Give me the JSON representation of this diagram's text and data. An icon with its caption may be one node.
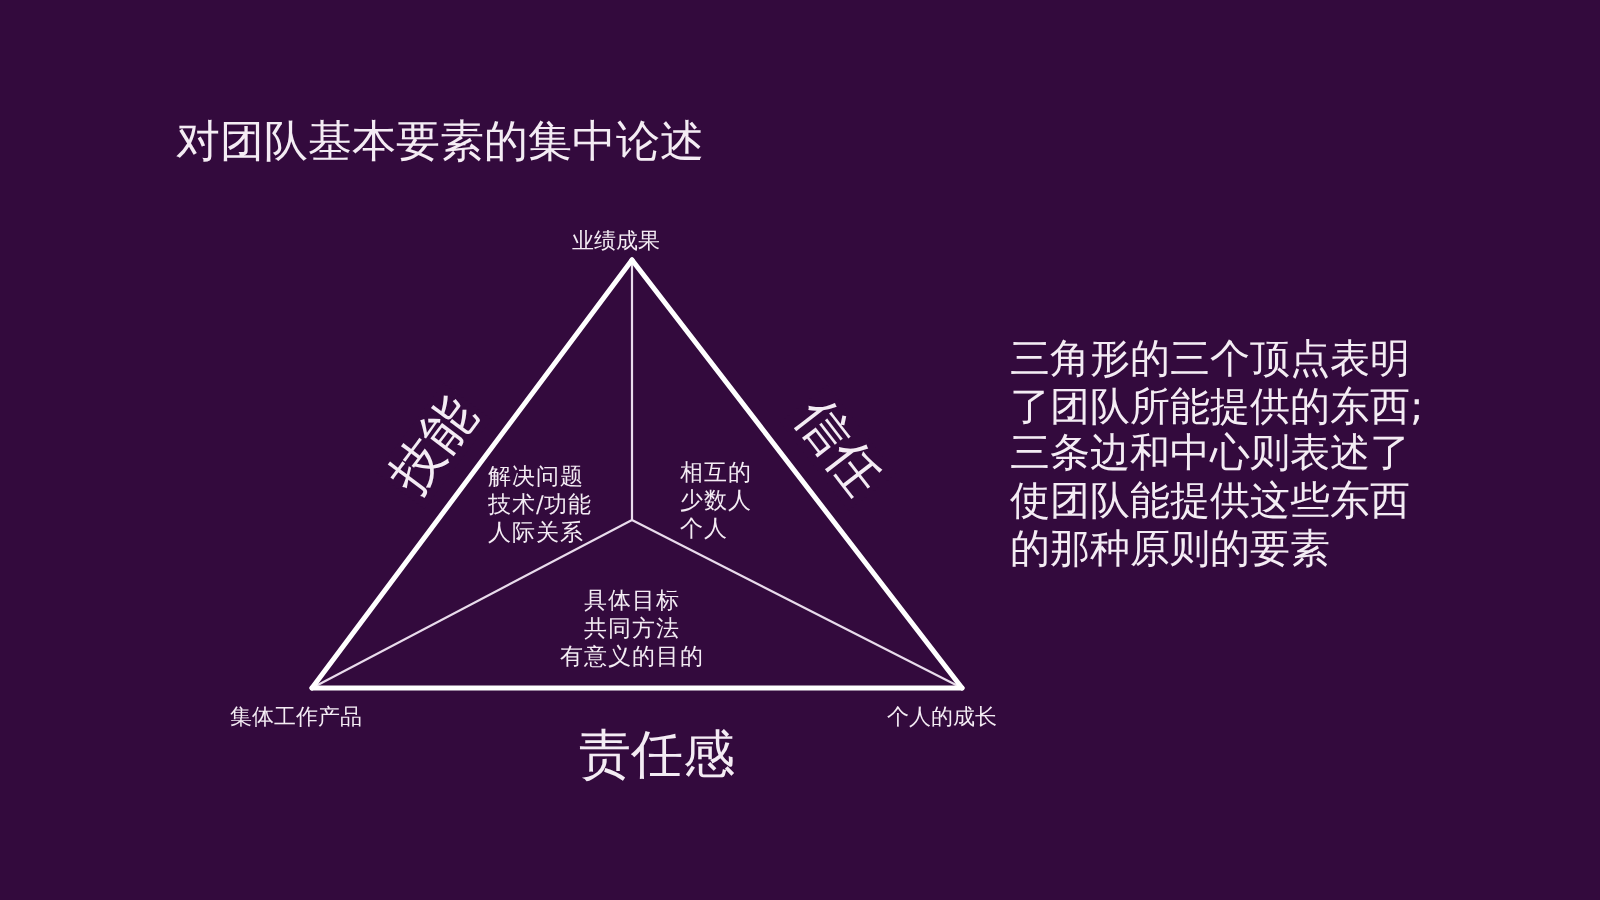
{
  "diagram": {
    "title": "对团队基本要素的集中论述",
    "nodes": [
      {
        "text": [
          "业绩成果"
        ]
      },
      {
        "text": [
          "集体工作产品"
        ]
      },
      {
        "text": [
          "个人的成长"
        ]
      }
    ],
    "edges": [
      {
        "from": 0,
        "to": 1,
        "arrow": "none",
        "label": "技能"
      },
      {
        "from": 0,
        "to": 2,
        "arrow": "none",
        "label": "信任"
      },
      {
        "from": 1,
        "to": 2,
        "arrow": "none",
        "label": "责任感"
      }
    ],
    "labels": [
      "解决问题",
      "技术/功能",
      "人际关系",
      "相互的",
      "少数人",
      "个人",
      "具体目标",
      "共同方法",
      "有意义的目的",
      "三角形的三个顶点表明了团队所能提供的东西;三条边和中心则表述了使团队能提供这些东西的那种原则的要素"
    ]
  }
}
